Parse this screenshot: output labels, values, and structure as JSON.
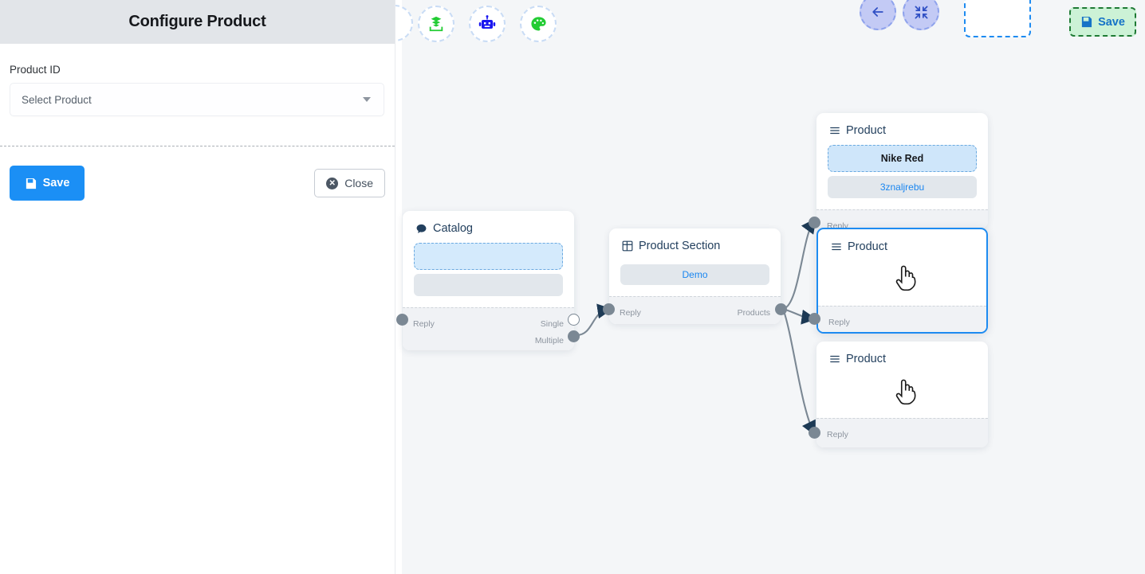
{
  "config_panel": {
    "title": "Configure Product",
    "field_label": "Product ID",
    "select": {
      "value": "Select Product",
      "placeholder": "Select Product",
      "caret_icon": "chevron-down-icon"
    },
    "save_label": "Save",
    "save_icon": "save-disk-icon",
    "close_label": "Close",
    "close_icon": "close-circle-icon",
    "save_color": "#1b8ff5",
    "header_bg": "#e2e5e9"
  },
  "toolbar_left": [
    {
      "name": "layers-stack-icon",
      "color": "#22cc33"
    },
    {
      "name": "robot-icon",
      "color": "#1a16f0"
    },
    {
      "name": "palette-icon",
      "color": "#22cc33"
    }
  ],
  "toolbar_right": {
    "back_icon": "arrow-left-icon",
    "fit_icon": "fit-screen-icon",
    "placeholder_label": "",
    "save_label": "Save",
    "save_icon": "save-disk-icon",
    "save_bg": "#ccf2d6",
    "save_border": "#1f7a35",
    "save_text_color": "#1673c7",
    "circle_bg": "#c3caf5"
  },
  "canvas": {
    "background": "#f4f6f8",
    "link_color": "#7b8894",
    "arrow_color": "#1d3a55",
    "selected_border": "#1d8bf1"
  },
  "nodes": {
    "catalog": {
      "title": "Catalog",
      "icon": "chat-bubble-icon",
      "item_highlight": "",
      "item_gray": "",
      "ports": {
        "reply": "Reply",
        "single": "Single",
        "multiple": "Multiple"
      }
    },
    "product_section": {
      "title": "Product Section",
      "icon": "grid-table-icon",
      "item": "Demo",
      "ports": {
        "reply": "Reply",
        "products": "Products"
      }
    },
    "product_1": {
      "title": "Product",
      "icon": "list-lines-icon",
      "item_highlight": "Nike Red",
      "item_gray": "3znaljrebu",
      "ports": {
        "reply": "Reply"
      },
      "selected": false
    },
    "product_2": {
      "title": "Product",
      "icon": "list-lines-icon",
      "ports": {
        "reply": "Reply"
      },
      "selected": true
    },
    "product_3": {
      "title": "Product",
      "icon": "list-lines-icon",
      "ports": {
        "reply": "Reply"
      },
      "selected": false
    }
  }
}
